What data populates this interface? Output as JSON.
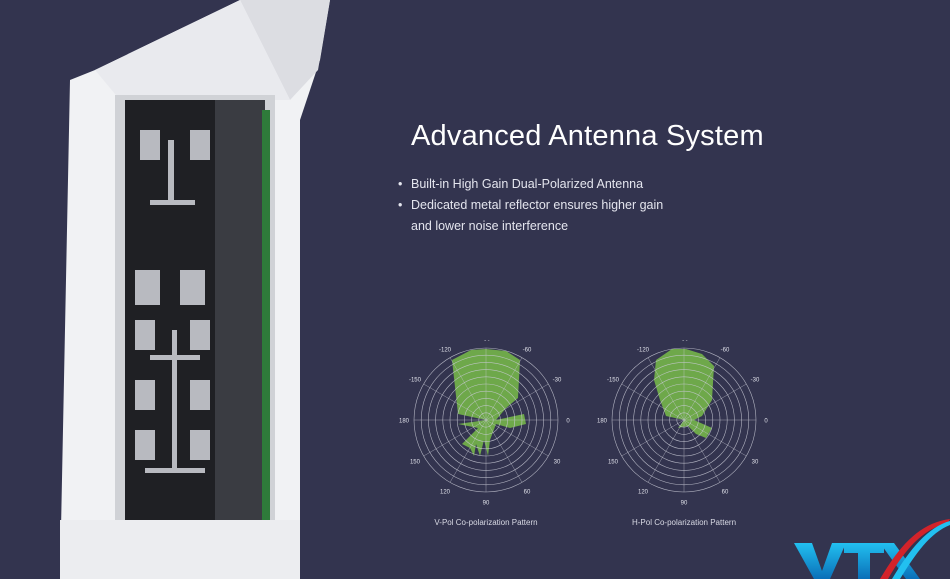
{
  "heading": "Advanced Antenna System",
  "bullets": [
    {
      "icon": "bullet-dot",
      "text": "Built-in High Gain Dual-Polarized Antenna"
    },
    {
      "icon": "bullet-dot",
      "text": "Dedicated metal reflector ensures higher gain"
    },
    {
      "icon": "",
      "text": "and lower noise interference"
    }
  ],
  "patterns": [
    {
      "caption": "V-Pol Co-polarization Pattern"
    },
    {
      "caption": "H-Pol Co-polarization Pattern"
    }
  ],
  "angle_labels": [
    "-90",
    "-60",
    "-30",
    "0",
    "30",
    "60",
    "90",
    "120",
    "150",
    "180",
    "-150",
    "-120"
  ],
  "logo_text": "VTX",
  "colors": {
    "background": "#33344f",
    "lobe": "#6ea84a",
    "grid": "#c9cad6",
    "logo_blue": "#1aa3e0",
    "logo_red": "#d2232a"
  }
}
